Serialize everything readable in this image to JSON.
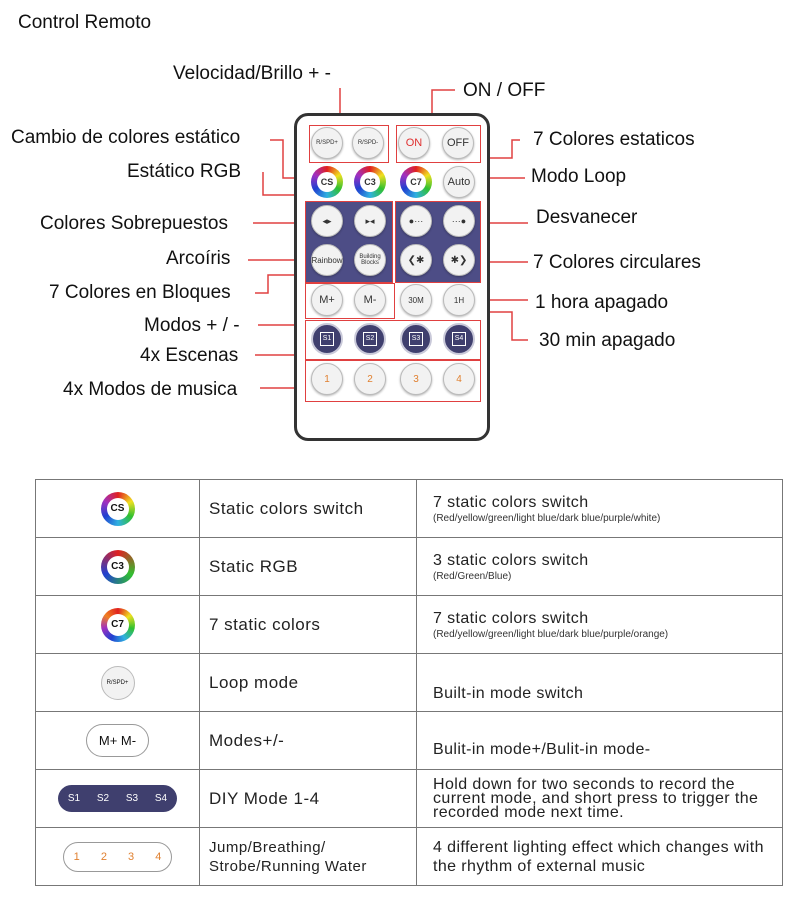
{
  "title": "Control Remoto",
  "labels": {
    "speed_brightness": "Velocidad/Brillo + -",
    "on_off": "ON / OFF",
    "static_color_change": "Cambio de colores estático",
    "static_rgb": "Estático RGB",
    "seven_static": "7 Colores estaticos",
    "loop_mode": "Modo Loop",
    "overlapping": "Colores Sobrepuestos",
    "fade": "Desvanecer",
    "rainbow": "Arcoíris",
    "seven_circular": "7 Colores circulares",
    "seven_blocks": "7 Colores en Bloques",
    "one_hour": "1 hora apagado",
    "modes_pm": "Modos + / -",
    "thirty_min": "30 min apagado",
    "scenes": "4x Escenas",
    "music": "4x Modos de musica"
  },
  "remote": {
    "on": "ON",
    "off": "OFF",
    "cs": "CS",
    "c3": "C3",
    "c7": "C7",
    "auto": "Auto",
    "rainbow": "Rainbow",
    "building": "Building Blocks",
    "mplus": "M+",
    "mminus": "M-",
    "t30": "30M",
    "t1h": "1H",
    "s1": "S1",
    "s2": "S2",
    "s3": "S3",
    "s4": "S4",
    "m1": "1",
    "m2": "2",
    "m3": "3",
    "m4": "4",
    "spd": "R/SPD+",
    "spdm": "R/SPD-"
  },
  "colors": {
    "accent_red": "#e04040",
    "dark_button": "#3f3f6e",
    "group_fill": "#4d4d86"
  },
  "table": [
    {
      "icon": "CS",
      "name": "Static colors switch",
      "desc": "7 static colors switch",
      "sub": "(Red/yellow/green/light blue/dark blue/purple/white)"
    },
    {
      "icon": "C3",
      "name": "Static RGB",
      "desc": "3 static colors switch",
      "sub": "(Red/Green/Blue)"
    },
    {
      "icon": "C7",
      "name": "7 static colors",
      "desc": "7 static colors switch",
      "sub": "(Red/yellow/green/light blue/dark blue/purple/orange)"
    },
    {
      "icon": "R/SPD+",
      "name": "Loop mode",
      "desc": "Built-in mode switch",
      "sub": ""
    },
    {
      "icon": "M+ M-",
      "name": "Modes+/-",
      "desc": "Bulit-in mode+/Bulit-in mode-",
      "sub": ""
    },
    {
      "icon": "S1 S2 S3 S4",
      "name": "DIY Mode 1-4",
      "desc": "Hold down for two seconds to record the current mode, and short press to trigger the recorded mode next time.",
      "sub": ""
    },
    {
      "icon": "1 2 3 4",
      "name": "Jump/Breathing/ Strobe/Running Water",
      "desc": "4 different lighting effect which changes with the rhythm of external music",
      "sub": ""
    }
  ]
}
